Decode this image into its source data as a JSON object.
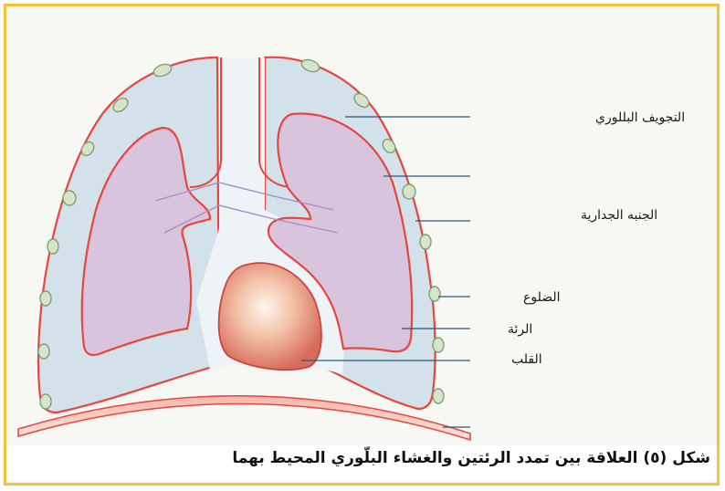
{
  "labels": {
    "pleural_cavity": "التجويف البللوري",
    "parietal_pleura": "الجنبه الجدارية",
    "ribs": "الضلوع",
    "lung": "الرئة",
    "heart": "القلب"
  },
  "caption": "شكل (٥) العلاقة بين تمدد الرئتين والغشاء البلّوري المحيط بهما",
  "colors": {
    "frame": "#f2c53d",
    "pleura_line": "#e8453c",
    "pleural_fill": "#d3e1ea",
    "lung_fill": "#d9c4dd",
    "rib": "#9cb894",
    "leader": "#2a5a78",
    "diaphragm": "#f3a8a0"
  }
}
